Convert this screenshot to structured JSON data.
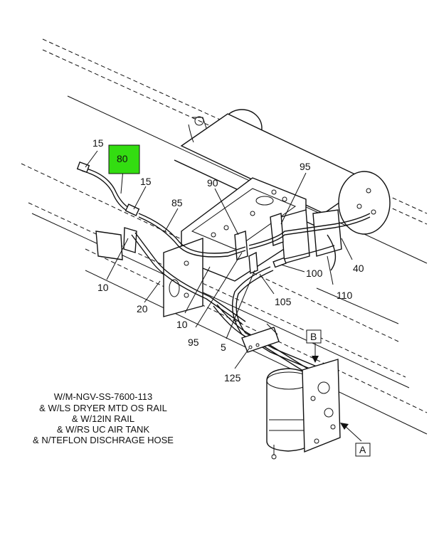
{
  "callouts": {
    "c15a": "15",
    "c80": "80",
    "c15b": "15",
    "c85": "85",
    "c90": "90",
    "c95a": "95",
    "c10a": "10",
    "c20": "20",
    "c10b": "10",
    "c95b": "95",
    "c5": "5",
    "c100": "100",
    "c105": "105",
    "c40": "40",
    "c110": "110",
    "c125": "125"
  },
  "highlight": {
    "color": "#33dd11",
    "label": "80"
  },
  "view_labels": {
    "B": "B",
    "A": "A"
  },
  "notes": [
    "W/M-NGV-SS-7600-113",
    "& W/LS DRYER MTD OS RAIL",
    "& W/12IN RAIL",
    "& W/RS UC AIR TANK",
    "& N/TEFLON DISCHRAGE HOSE"
  ]
}
